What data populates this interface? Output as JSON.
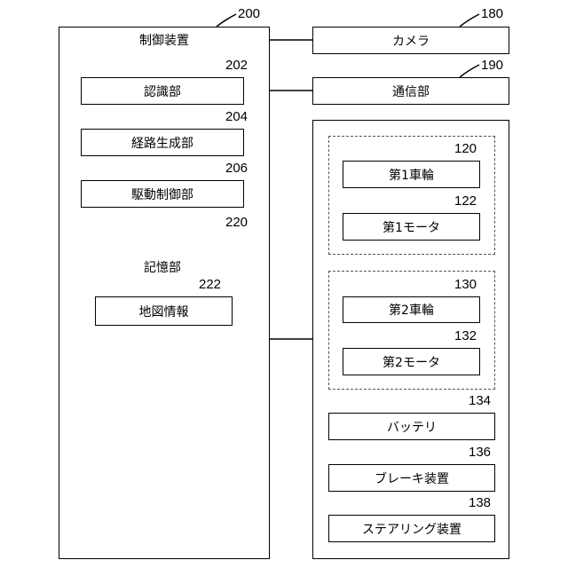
{
  "control_device": {
    "ref": "200",
    "title": "制御装置",
    "recognition": {
      "ref": "202",
      "label": "認識部"
    },
    "route_generation": {
      "ref": "204",
      "label": "経路生成部"
    },
    "drive_control": {
      "ref": "206",
      "label": "駆動制御部"
    },
    "storage": {
      "ref": "220",
      "label": "記憶部",
      "map_info": {
        "ref": "222",
        "label": "地図情報"
      }
    }
  },
  "camera": {
    "ref": "180",
    "label": "カメラ"
  },
  "communication": {
    "ref": "190",
    "label": "通信部"
  },
  "vehicle": {
    "wheel1": {
      "ref": "120",
      "label": "第1車輪"
    },
    "motor1": {
      "ref": "122",
      "label": "第1モータ"
    },
    "wheel2": {
      "ref": "130",
      "label": "第2車輪"
    },
    "motor2": {
      "ref": "132",
      "label": "第2モータ"
    },
    "battery": {
      "ref": "134",
      "label": "バッテリ"
    },
    "brake": {
      "ref": "136",
      "label": "ブレーキ装置"
    },
    "steering": {
      "ref": "138",
      "label": "ステアリング装置"
    }
  }
}
